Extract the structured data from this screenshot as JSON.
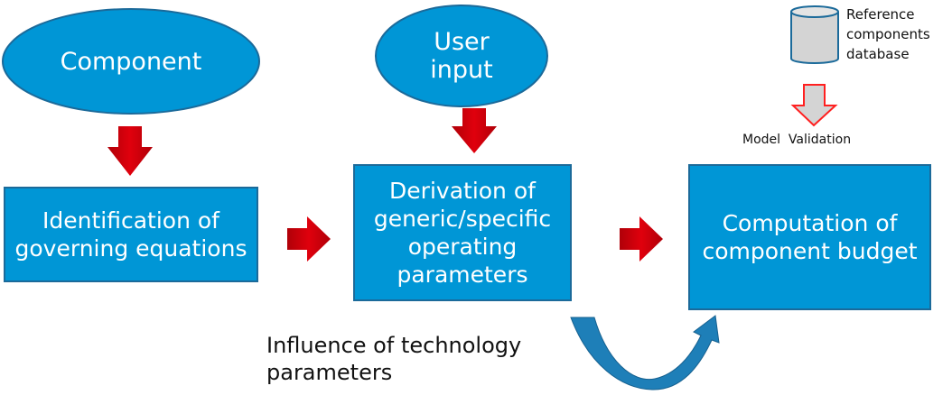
{
  "nodes": {
    "component": "Component",
    "user_input": "User input",
    "identification": "Identification of governing equations",
    "derivation": "Derivation of generic/specific operating parameters",
    "computation": "Computation of component budget",
    "database": "Reference components database"
  },
  "labels": {
    "model_validation": "Model  Validation",
    "influence": "Influence of technology parameters"
  },
  "colors": {
    "box": "#0096d6",
    "border": "#1b6a9a",
    "arrow": "#d8000b",
    "db": "#d4d4d4"
  }
}
